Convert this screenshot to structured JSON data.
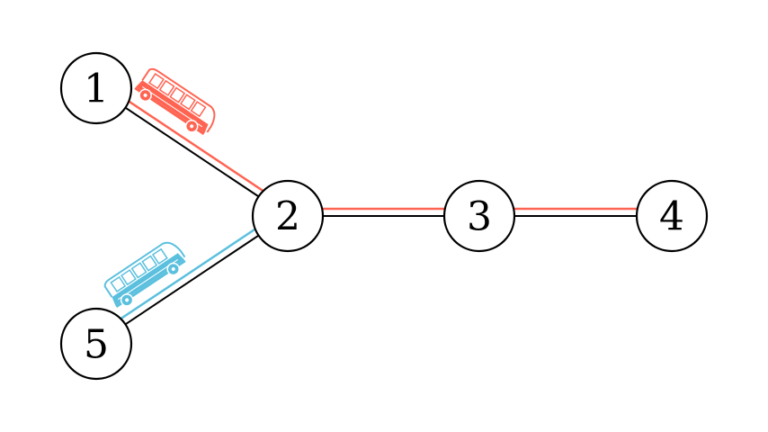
{
  "colors": {
    "route_red": "#ff6452",
    "route_blue": "#5bc0de",
    "edge": "#000000"
  },
  "nodes": [
    {
      "id": "1",
      "label": "1"
    },
    {
      "id": "2",
      "label": "2"
    },
    {
      "id": "3",
      "label": "3"
    },
    {
      "id": "4",
      "label": "4"
    },
    {
      "id": "5",
      "label": "5"
    }
  ],
  "edges": [
    [
      "1",
      "2"
    ],
    [
      "2",
      "3"
    ],
    [
      "3",
      "4"
    ],
    [
      "5",
      "2"
    ]
  ],
  "routes": [
    {
      "name": "red",
      "color": "#ff6452",
      "path": [
        "1",
        "2",
        "3",
        "4"
      ],
      "bus_icon": "bus-icon",
      "bus_on_edge": [
        "1",
        "2"
      ]
    },
    {
      "name": "blue",
      "color": "#5bc0de",
      "path": [
        "5",
        "2"
      ],
      "bus_icon": "bus-icon",
      "bus_on_edge": [
        "5",
        "2"
      ]
    }
  ]
}
